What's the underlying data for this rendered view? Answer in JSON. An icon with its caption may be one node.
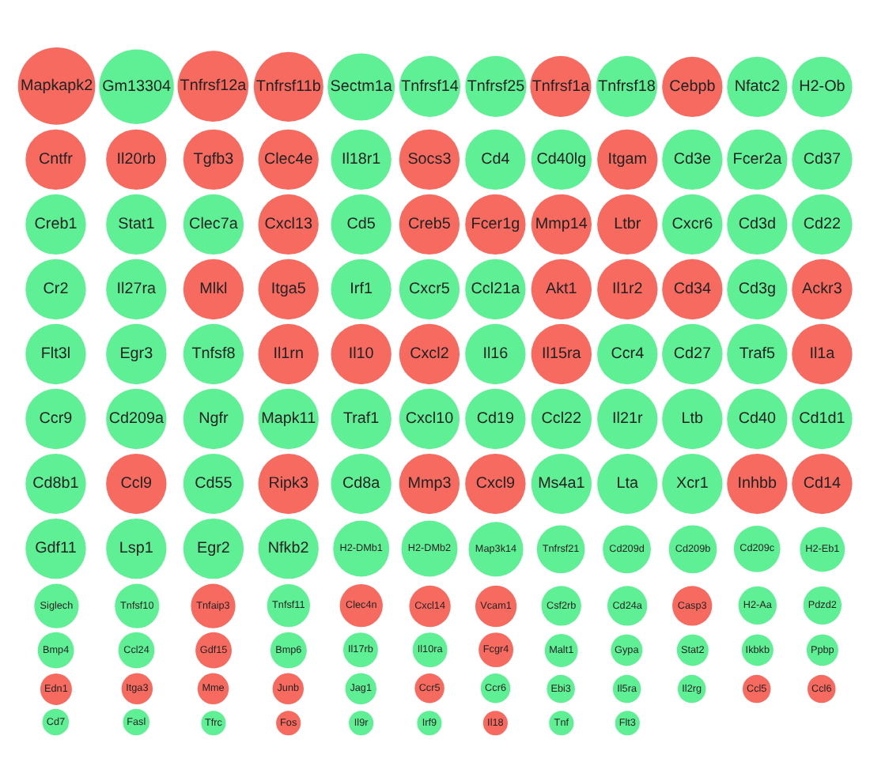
{
  "diagram": {
    "nodes": [
      {
        "text": [
          "Cebpb"
        ]
      },
      {
        "text": [
          "Nfatc2"
        ]
      },
      {
        "text": [
          "H2-Ob"
        ]
      },
      {
        "text": [
          "Csf2rb"
        ]
      },
      {
        "text": [
          "Cntfr"
        ]
      },
      {
        "text": [
          "Il20rb"
        ]
      },
      {
        "text": [
          "H2-DMb1"
        ]
      },
      {
        "text": [
          "Ccr5"
        ]
      },
      {
        "text": [
          "Tgfb3"
        ]
      },
      {
        "text": [
          "Clec4e"
        ]
      },
      {
        "text": [
          "H2-DMb2"
        ]
      },
      {
        "text": [
          "Il17rb"
        ]
      },
      {
        "text": [
          "Tnfrsf14"
        ]
      },
      {
        "text": [
          "Il18r1"
        ]
      },
      {
        "text": [
          "Socs3"
        ]
      },
      {
        "text": [
          "Tfrc"
        ]
      },
      {
        "text": [
          "Cd4"
        ]
      },
      {
        "text": [
          "Cd7"
        ]
      },
      {
        "text": [
          "Itga3"
        ]
      },
      {
        "text": [
          "Fos"
        ]
      },
      {
        "text": [
          "Cd40lg"
        ]
      },
      {
        "text": [
          "Itgam"
        ]
      },
      {
        "text": [
          "Ebi3"
        ]
      },
      {
        "text": [
          "Gypa"
        ]
      },
      {
        "text": [
          "Il5ra"
        ]
      },
      {
        "text": [
          "H2-Aa"
        ]
      },
      {
        "text": [
          "Il9r"
        ]
      },
      {
        "text": [
          "Cd3e"
        ]
      },
      {
        "text": [
          "Fcer2a"
        ]
      },
      {
        "text": [
          "Cd37"
        ]
      },
      {
        "text": [
          "Tnfrsf25"
        ]
      },
      {
        "text": [
          "Creb1"
        ]
      },
      {
        "text": [
          "Fasl"
        ]
      },
      {
        "text": [
          "Stat1"
        ]
      },
      {
        "text": [
          "Cd209c"
        ]
      },
      {
        "text": [
          "Clec7a"
        ]
      },
      {
        "text": [
          "Cxcl13"
        ]
      },
      {
        "text": [
          "Cd24a"
        ]
      },
      {
        "text": [
          "Cd5"
        ]
      },
      {
        "text": [
          "Cxcl14"
        ]
      },
      {
        "text": [
          "Creb5"
        ]
      },
      {
        "text": [
          "Fcer1g"
        ]
      },
      {
        "text": [
          "Mmp14"
        ]
      },
      {
        "text": [
          "Irf9"
        ]
      },
      {
        "text": [
          "Stat2"
        ]
      },
      {
        "text": [
          "Ltbr"
        ]
      },
      {
        "text": [
          "Cxcr6"
        ]
      },
      {
        "text": [
          "Cd3d"
        ]
      },
      {
        "text": [
          "Cd22"
        ]
      },
      {
        "text": [
          "Cr2"
        ]
      },
      {
        "text": [
          "Gm13304"
        ]
      },
      {
        "text": [
          "Mme"
        ]
      },
      {
        "text": [
          "Il27ra"
        ]
      },
      {
        "text": [
          "Mlkl"
        ]
      },
      {
        "text": [
          "Itga5"
        ]
      },
      {
        "text": [
          "Malt1"
        ]
      },
      {
        "text": [
          "H2-Eb1"
        ]
      },
      {
        "text": [
          "Irf1"
        ]
      },
      {
        "text": [
          "Il10ra"
        ]
      },
      {
        "text": [
          "Ccr6"
        ]
      },
      {
        "text": [
          "Bmp4"
        ]
      },
      {
        "text": [
          "Cxcr5"
        ]
      },
      {
        "text": [
          "Ccl21a"
        ]
      },
      {
        "text": [
          "Sectm1a"
        ]
      },
      {
        "text": [
          "Pdzd2"
        ]
      },
      {
        "text": [
          "Ikbkb"
        ]
      },
      {
        "text": [
          "Tnfrsf21"
        ]
      },
      {
        "text": [
          "Akt1"
        ]
      },
      {
        "text": [
          "Il1r2"
        ]
      },
      {
        "text": [
          "Il18"
        ]
      },
      {
        "text": [
          "Cd34"
        ]
      },
      {
        "text": [
          "Cd3g"
        ]
      },
      {
        "text": [
          "Ccl24"
        ]
      },
      {
        "text": [
          "Ackr3"
        ]
      },
      {
        "text": [
          "Flt3l"
        ]
      },
      {
        "text": [
          "Junb"
        ]
      },
      {
        "text": [
          "Mapkapk2"
        ]
      },
      {
        "text": [
          "Egr3"
        ]
      },
      {
        "text": [
          "Tnfsf8"
        ]
      },
      {
        "text": [
          "Tnfrsf1a"
        ]
      },
      {
        "text": [
          "Il2rg"
        ]
      },
      {
        "text": [
          "Il1rn"
        ]
      },
      {
        "text": [
          "Vcam1"
        ]
      },
      {
        "text": [
          "Il10"
        ]
      },
      {
        "text": [
          "Ppbp"
        ]
      },
      {
        "text": [
          "Cxcl2"
        ]
      },
      {
        "text": [
          "Il16"
        ]
      },
      {
        "text": [
          "Il15ra"
        ]
      },
      {
        "text": [
          "Ccr4"
        ]
      },
      {
        "text": [
          "Cd27"
        ]
      },
      {
        "text": [
          "Gdf15"
        ]
      },
      {
        "text": [
          "Traf5"
        ]
      },
      {
        "text": [
          "Il1a"
        ]
      },
      {
        "text": [
          "Casp3"
        ]
      },
      {
        "text": [
          "Fcgr4"
        ]
      },
      {
        "text": [
          "Ccl5"
        ]
      },
      {
        "text": [
          "Tnfsf11"
        ]
      },
      {
        "text": [
          "Ccr9"
        ]
      },
      {
        "text": [
          "Cd209a"
        ]
      },
      {
        "text": [
          "Ccl6"
        ]
      },
      {
        "text": [
          "Ngfr"
        ]
      },
      {
        "text": [
          "Mapk11"
        ]
      },
      {
        "text": [
          "Traf1"
        ]
      },
      {
        "text": [
          "Bmp6"
        ]
      },
      {
        "text": [
          "Tnf"
        ]
      },
      {
        "text": [
          "Cxcl10"
        ]
      },
      {
        "text": [
          "Jag1"
        ]
      },
      {
        "text": [
          "Cd19"
        ]
      },
      {
        "text": [
          "Siglech"
        ]
      },
      {
        "text": [
          "Flt3"
        ]
      },
      {
        "text": [
          "Ccl22"
        ]
      },
      {
        "text": [
          "Il21r"
        ]
      },
      {
        "text": [
          "Tnfsf10"
        ]
      },
      {
        "text": [
          "Ltb"
        ]
      },
      {
        "text": [
          "Tnfaip3"
        ]
      },
      {
        "text": [
          "Tnfrsf11b"
        ]
      },
      {
        "text": [
          "Cd40"
        ]
      },
      {
        "text": [
          "Cd1d1"
        ]
      },
      {
        "text": [
          "Cd8b1"
        ]
      },
      {
        "text": [
          "Ccl9"
        ]
      },
      {
        "text": [
          "Cd55"
        ]
      },
      {
        "text": [
          "Ripk3"
        ]
      },
      {
        "text": [
          "Cd8a"
        ]
      },
      {
        "text": [
          "Mmp3"
        ]
      },
      {
        "text": [
          "Tnfrsf18"
        ]
      },
      {
        "text": [
          "Clec4n"
        ]
      },
      {
        "text": [
          "Cd209d"
        ]
      },
      {
        "text": [
          "Cxcl9"
        ]
      },
      {
        "text": [
          "Ms4a1"
        ]
      },
      {
        "text": [
          "Lta"
        ]
      },
      {
        "text": [
          "Xcr1"
        ]
      },
      {
        "text": [
          "Edn1"
        ]
      },
      {
        "text": [
          "Inhbb"
        ]
      },
      {
        "text": [
          "Cd14"
        ]
      },
      {
        "text": [
          "Gdf11"
        ]
      },
      {
        "text": [
          "Lsp1"
        ]
      },
      {
        "text": [
          "Tnfrsf12a"
        ]
      },
      {
        "text": [
          "Map3k14"
        ]
      },
      {
        "text": [
          "Egr2"
        ]
      },
      {
        "text": [
          "Nfkb2"
        ]
      },
      {
        "text": [
          "Cd209b"
        ]
      }
    ]
  }
}
